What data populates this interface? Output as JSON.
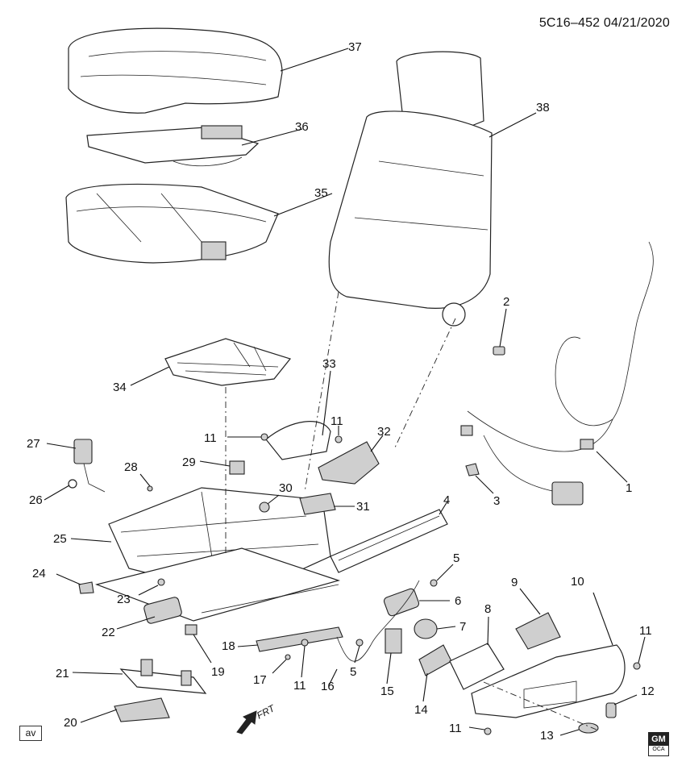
{
  "header": {
    "code": "5C16–452  04/21/2020"
  },
  "badge": {
    "av": "av"
  },
  "direction_label": "FRT",
  "logo": {
    "gm": "GM",
    "sub": "OCA"
  },
  "callouts": {
    "c1": "1",
    "c2": "2",
    "c3": "3",
    "c4": "4",
    "c5a": "5",
    "c5b": "5",
    "c6": "6",
    "c7": "7",
    "c8": "8",
    "c9": "9",
    "c10": "10",
    "c11a": "11",
    "c11b": "11",
    "c11c": "11",
    "c11d": "11",
    "c11e": "11",
    "c12": "12",
    "c13": "13",
    "c14": "14",
    "c15": "15",
    "c16": "16",
    "c17": "17",
    "c18": "18",
    "c19": "19",
    "c20": "20",
    "c21": "21",
    "c22": "22",
    "c23": "23",
    "c24": "24",
    "c25": "25",
    "c26": "26",
    "c27": "27",
    "c28": "28",
    "c29": "29",
    "c30": "30",
    "c31": "31",
    "c32": "32",
    "c33": "33",
    "c34": "34",
    "c35": "35",
    "c36": "36",
    "c37": "37",
    "c38": "38"
  }
}
